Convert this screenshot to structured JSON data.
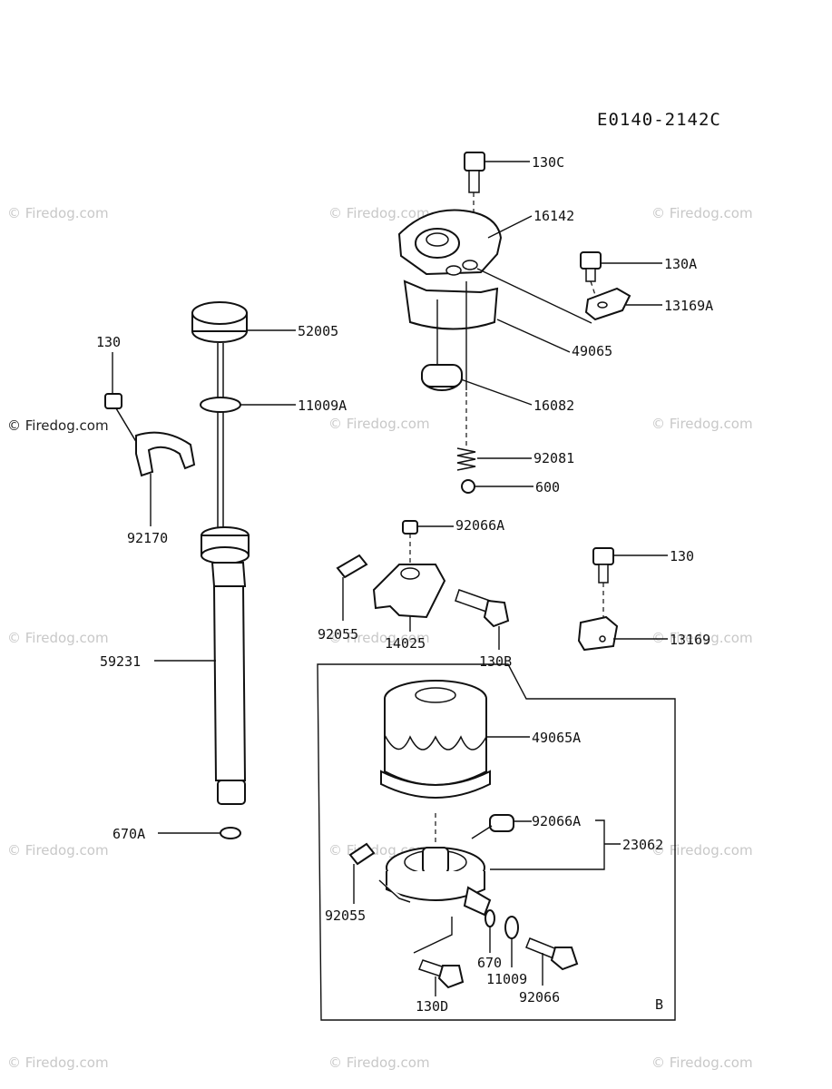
{
  "diagram": {
    "code": "E0140-2142C",
    "box_label": "B",
    "watermark": "© Firedog.com",
    "labels": {
      "p130c": "130C",
      "p16142": "16142",
      "p130a": "130A",
      "p13169a": "13169A",
      "p49065": "49065",
      "p16082": "16082",
      "p92081": "92081",
      "p600": "600",
      "p52005": "52005",
      "p11009a": "11009A",
      "p130_left": "130",
      "p92170": "92170",
      "p59231": "59231",
      "p670a": "670A",
      "p92066a_top": "92066A",
      "p92055_top": "92055",
      "p14025": "14025",
      "p130b": "130B",
      "p130_right": "130",
      "p13169": "13169",
      "p49065a": "49065A",
      "p92066a_bot": "92066A",
      "p23062": "23062",
      "p92055_bot": "92055",
      "p670": "670",
      "p11009": "11009",
      "p92066": "92066",
      "p130d": "130D"
    }
  }
}
